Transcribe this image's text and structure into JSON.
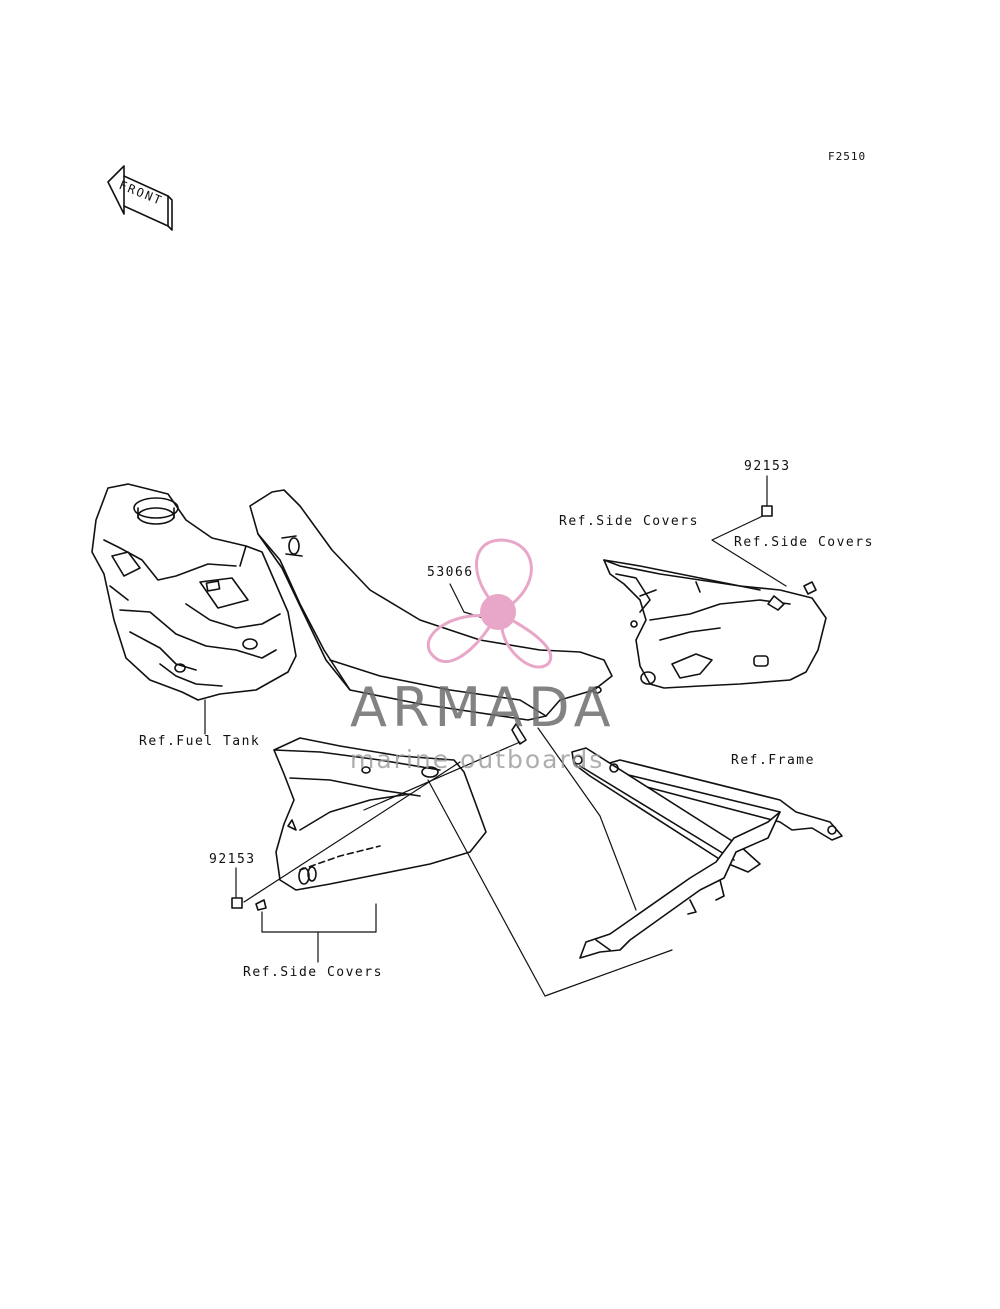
{
  "diagram_code": "F2510",
  "front_label": "FRONT",
  "watermark": {
    "brand": "ARMADA",
    "tagline": "marine outboards",
    "accent": "#e8a6c8"
  },
  "labels": {
    "part_92153_top": "92153",
    "ref_side_covers_a": "Ref.Side Covers",
    "ref_side_covers_b": "Ref.Side Covers",
    "part_53066": "53066",
    "ref_fuel_tank": "Ref.Fuel Tank",
    "ref_frame": "Ref.Frame",
    "part_92153_left": "92153",
    "ref_side_covers_bottom": "Ref.Side Covers"
  }
}
